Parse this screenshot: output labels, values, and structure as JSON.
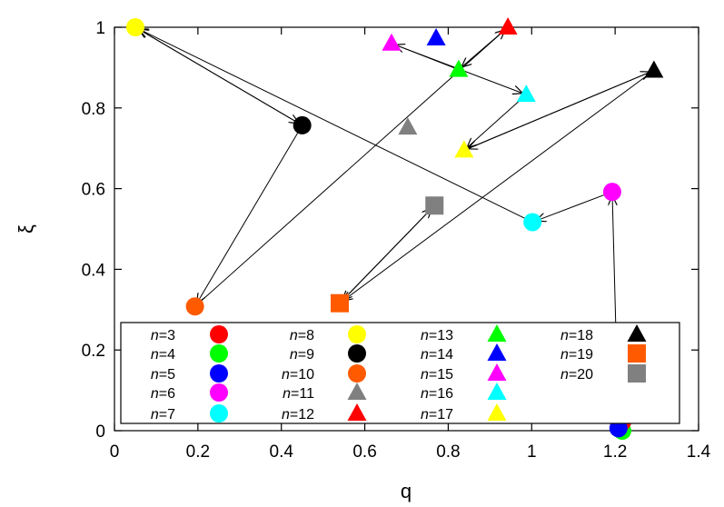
{
  "chart_data": {
    "type": "scatter",
    "xlabel": "q",
    "ylabel": "ξ",
    "xlim": [
      0,
      1.4
    ],
    "ylim": [
      0,
      1
    ],
    "xticks": [
      "0",
      "0.2",
      "0.4",
      "0.6",
      "0.8",
      "1",
      "1.2",
      "1.4"
    ],
    "yticks": [
      "0",
      "0.2",
      "0.4",
      "0.6",
      "0.8",
      "1"
    ],
    "legend_placement": "bottom",
    "legend_prefix": "n",
    "series": [
      {
        "name": "=3",
        "marker": "circle",
        "color": "#ff0000",
        "x": 1.217,
        "y": 0.022
      },
      {
        "name": "=4",
        "marker": "circle",
        "color": "#00ff00",
        "x": 1.217,
        "y": 0.0
      },
      {
        "name": "=5",
        "marker": "circle",
        "color": "#0000ff",
        "x": 1.208,
        "y": 0.006
      },
      {
        "name": "=6",
        "marker": "circle",
        "color": "#ff00ff",
        "x": 1.193,
        "y": 0.592
      },
      {
        "name": "=7",
        "marker": "circle",
        "color": "#00ffff",
        "x": 1.002,
        "y": 0.517
      },
      {
        "name": "=8",
        "marker": "circle",
        "color": "#ffff00",
        "x": 0.05,
        "y": 1.0
      },
      {
        "name": "=9",
        "marker": "circle",
        "color": "#000000",
        "x": 0.45,
        "y": 0.757
      },
      {
        "name": "=10",
        "marker": "circle",
        "color": "#ff5a00",
        "x": 0.193,
        "y": 0.308
      },
      {
        "name": "=11",
        "marker": "triangle",
        "color": "#808080",
        "x": 0.703,
        "y": 0.752
      },
      {
        "name": "=12",
        "marker": "triangle",
        "color": "#ff0000",
        "x": 0.943,
        "y": 1.0
      },
      {
        "name": "=13",
        "marker": "triangle",
        "color": "#00ff00",
        "x": 0.825,
        "y": 0.895
      },
      {
        "name": "=14",
        "marker": "triangle",
        "color": "#0000ff",
        "x": 0.771,
        "y": 0.973
      },
      {
        "name": "=15",
        "marker": "triangle",
        "color": "#ff00ff",
        "x": 0.664,
        "y": 0.96
      },
      {
        "name": "=16",
        "marker": "triangle",
        "color": "#00ffff",
        "x": 0.987,
        "y": 0.833
      },
      {
        "name": "=17",
        "marker": "triangle",
        "color": "#ffff00",
        "x": 0.838,
        "y": 0.695
      },
      {
        "name": "=18",
        "marker": "triangle",
        "color": "#000000",
        "x": 1.293,
        "y": 0.893
      },
      {
        "name": "=19",
        "marker": "square",
        "color": "#ff5a00",
        "x": 0.54,
        "y": 0.316
      },
      {
        "name": "=20",
        "marker": "square",
        "color": "#808080",
        "x": 0.767,
        "y": 0.558
      }
    ],
    "arrows": [
      {
        "from": [
          1.208,
          0.006
        ],
        "to": [
          1.193,
          0.592
        ]
      },
      {
        "from": [
          1.193,
          0.592
        ],
        "to": [
          1.002,
          0.517
        ]
      },
      {
        "from": [
          1.002,
          0.517
        ],
        "to": [
          0.05,
          1.0
        ]
      },
      {
        "from": [
          0.05,
          1.0
        ],
        "to": [
          0.45,
          0.757
        ]
      },
      {
        "from": [
          0.45,
          0.757
        ],
        "to": [
          0.05,
          1.0
        ]
      },
      {
        "from": [
          0.45,
          0.757
        ],
        "to": [
          0.193,
          0.308
        ]
      },
      {
        "from": [
          0.193,
          0.308
        ],
        "to": [
          0.943,
          1.0
        ]
      },
      {
        "from": [
          0.943,
          1.0
        ],
        "to": [
          0.825,
          0.895
        ]
      },
      {
        "from": [
          0.825,
          0.895
        ],
        "to": [
          0.664,
          0.96
        ]
      },
      {
        "from": [
          0.664,
          0.96
        ],
        "to": [
          0.987,
          0.833
        ]
      },
      {
        "from": [
          0.987,
          0.833
        ],
        "to": [
          0.838,
          0.695
        ]
      },
      {
        "from": [
          0.838,
          0.695
        ],
        "to": [
          1.293,
          0.893
        ]
      },
      {
        "from": [
          1.293,
          0.893
        ],
        "to": [
          0.838,
          0.695
        ]
      },
      {
        "from": [
          1.293,
          0.893
        ],
        "to": [
          0.54,
          0.316
        ]
      },
      {
        "from": [
          0.54,
          0.316
        ],
        "to": [
          0.767,
          0.558
        ]
      },
      {
        "from": [
          0.767,
          0.558
        ],
        "to": [
          0.54,
          0.316
        ]
      }
    ]
  }
}
